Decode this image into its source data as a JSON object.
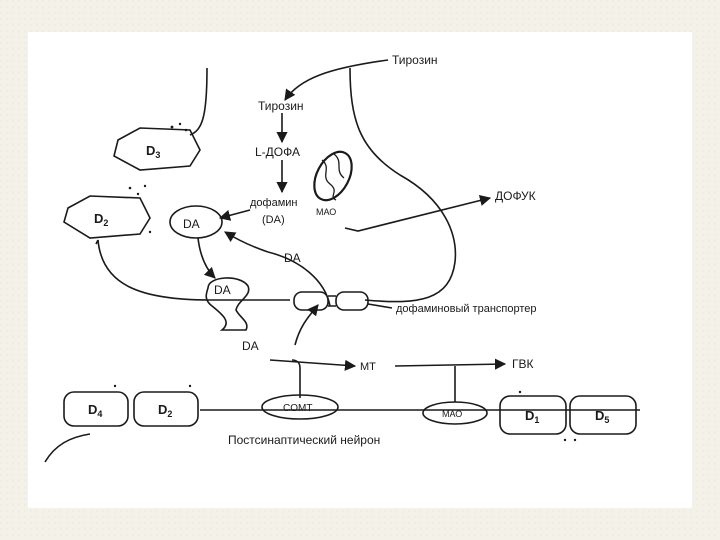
{
  "labels": {
    "tyrosine_external": "Тирозин",
    "tyrosine": "Тирозин",
    "l_dopa": "L-ДОФА",
    "dopamine_line1": "дофамин",
    "dopamine_line2": "(DA)",
    "mao_inner": "МАО",
    "dofuk": "ДОФУК",
    "da_vesicle": "DA",
    "da_released": "DA",
    "da_reuptake": "DA",
    "da_synapse": "DA",
    "transporter": "дофаминовый транспортер",
    "mt": "МТ",
    "gvk": "ГВК",
    "comt": "COMT",
    "mao_post": "МАО",
    "postsynaptic": "Постсинаптический нейрон"
  },
  "receptors": {
    "d3": "D",
    "d3_sub": "3",
    "d2_pre": "D",
    "d2_pre_sub": "2",
    "d4": "D",
    "d4_sub": "4",
    "d2_post": "D",
    "d2_post_sub": "2",
    "d1": "D",
    "d1_sub": "1",
    "d5": "D",
    "d5_sub": "5"
  },
  "colors": {
    "ink": "#1a1a1a",
    "sheet": "#ffffff",
    "background": "#f4f1e8"
  }
}
